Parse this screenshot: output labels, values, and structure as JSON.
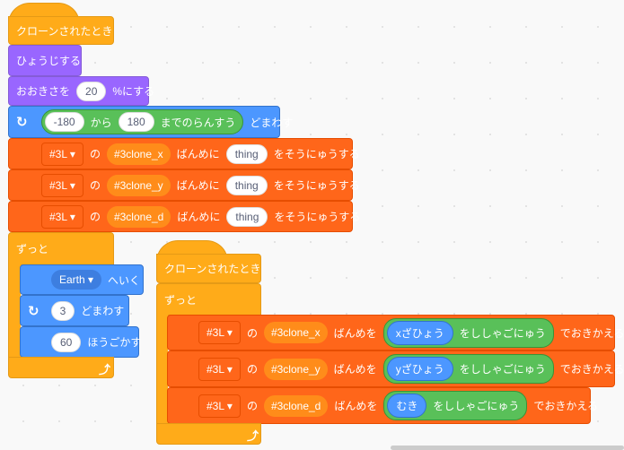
{
  "stack1": {
    "hat": "クローンされたとき",
    "show": "ひょうじする",
    "size": {
      "pre": "おおきさを",
      "value": "20",
      "post": "%にする"
    },
    "repeat_random": {
      "from": "-180",
      "from_label": "から",
      "to": "180",
      "to_label": "までのらんすう",
      "post": "どまわす"
    },
    "inserts": [
      {
        "list": "#3L ▾",
        "of": "の",
        "index": "#3clone_x",
        "mid": "ばんめに",
        "item": "thing",
        "post": "をそうにゅうする"
      },
      {
        "list": "#3L ▾",
        "of": "の",
        "index": "#3clone_y",
        "mid": "ばんめに",
        "item": "thing",
        "post": "をそうにゅうする"
      },
      {
        "list": "#3L ▾",
        "of": "の",
        "index": "#3clone_d",
        "mid": "ばんめに",
        "item": "thing",
        "post": "をそうにゅうする"
      }
    ],
    "forever": "ずっと",
    "goto": {
      "target": "Earth ▾",
      "post": "へいく"
    },
    "repeat": {
      "value": "3",
      "post": "どまわす"
    },
    "move": {
      "value": "60",
      "post": "ほうごかす"
    }
  },
  "stack2": {
    "hat": "クローンされたとき",
    "forever": "ずっと",
    "replaces": [
      {
        "list": "#3L ▾",
        "of": "の",
        "index": "#3clone_x",
        "mid": "ばんめを",
        "reporter": "xざひょう",
        "round": "をししゃごにゅう",
        "post": "でおきかえる"
      },
      {
        "list": "#3L ▾",
        "of": "の",
        "index": "#3clone_y",
        "mid": "ばんめを",
        "reporter": "yざひょう",
        "round": "をししゃごにゅう",
        "post": "でおきかえる"
      },
      {
        "list": "#3L ▾",
        "of": "の",
        "index": "#3clone_d",
        "mid": "ばんめを",
        "reporter": "むき",
        "round": "をししゃごにゅう",
        "post": "でおきかえる"
      }
    ]
  },
  "icons": {
    "loop": "↻",
    "end": "⤴"
  }
}
